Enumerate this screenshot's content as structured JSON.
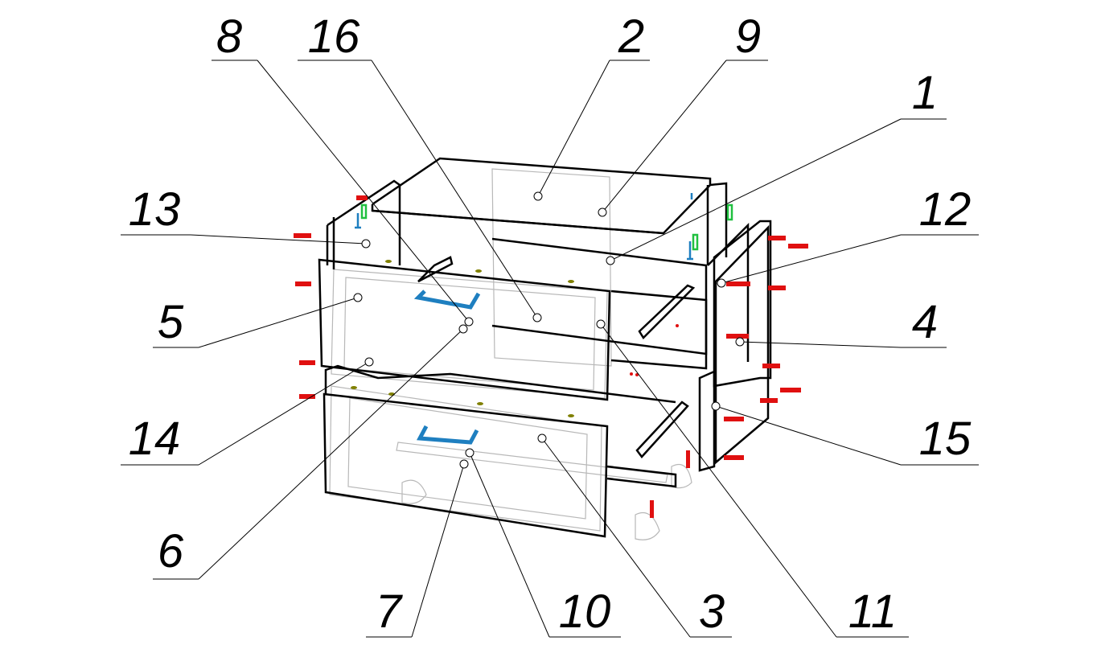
{
  "diagram": {
    "type": "exploded-assembly",
    "callouts": [
      {
        "id": "8",
        "label": "8"
      },
      {
        "id": "16",
        "label": "16"
      },
      {
        "id": "2",
        "label": "2"
      },
      {
        "id": "9",
        "label": "9"
      },
      {
        "id": "1",
        "label": "1"
      },
      {
        "id": "13",
        "label": "13"
      },
      {
        "id": "12",
        "label": "12"
      },
      {
        "id": "5",
        "label": "5"
      },
      {
        "id": "4",
        "label": "4"
      },
      {
        "id": "14",
        "label": "14"
      },
      {
        "id": "15",
        "label": "15"
      },
      {
        "id": "6",
        "label": "6"
      },
      {
        "id": "7",
        "label": "7"
      },
      {
        "id": "10",
        "label": "10"
      },
      {
        "id": "3",
        "label": "3"
      },
      {
        "id": "11",
        "label": "11"
      }
    ],
    "colors": {
      "line": "#000000",
      "hidden": "#b0b0b0",
      "handle": "#1e7fc0",
      "screw": "#e01010",
      "dowel": "#808000",
      "clip": "#20c040"
    }
  }
}
